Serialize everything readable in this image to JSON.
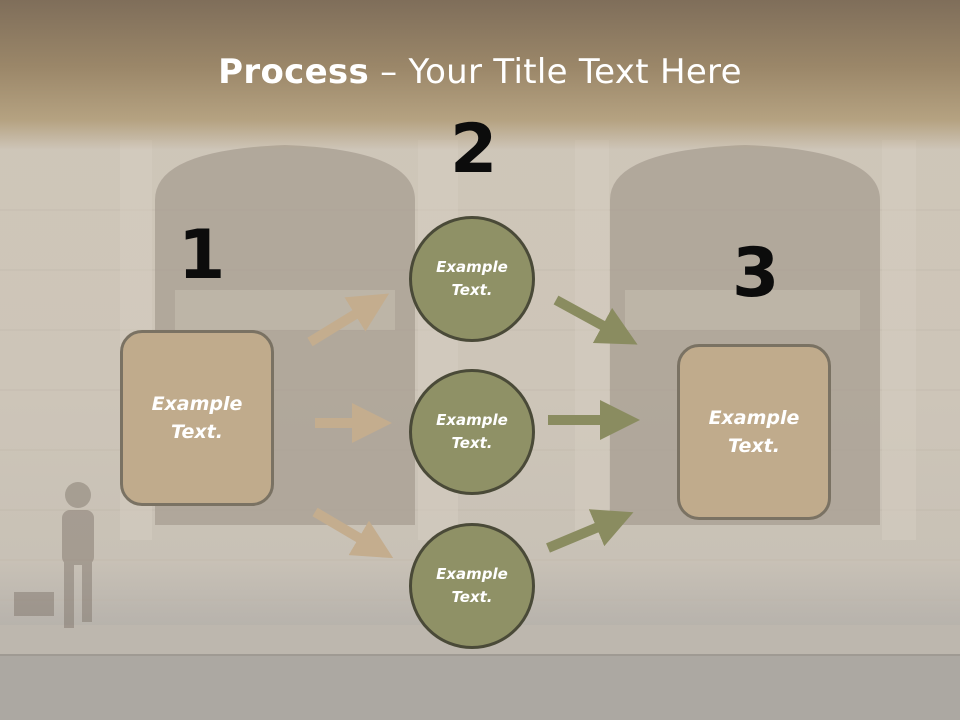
{
  "title": {
    "bold": "Process",
    "rest": " – Your Title Text Here"
  },
  "steps": [
    {
      "number": "1",
      "text": "Example Text."
    },
    {
      "number": "2",
      "circles": [
        "Example Text.",
        "Example Text.",
        "Example Text."
      ]
    },
    {
      "number": "3",
      "text": "Example Text."
    }
  ],
  "colors": {
    "box_fill": "#c0ab8c",
    "box_border": "#7a7263",
    "circle_fill": "#8f9166",
    "circle_border": "#4a4a38",
    "arrow_left": "#c4ad8e",
    "arrow_right": "#8a8c60"
  }
}
